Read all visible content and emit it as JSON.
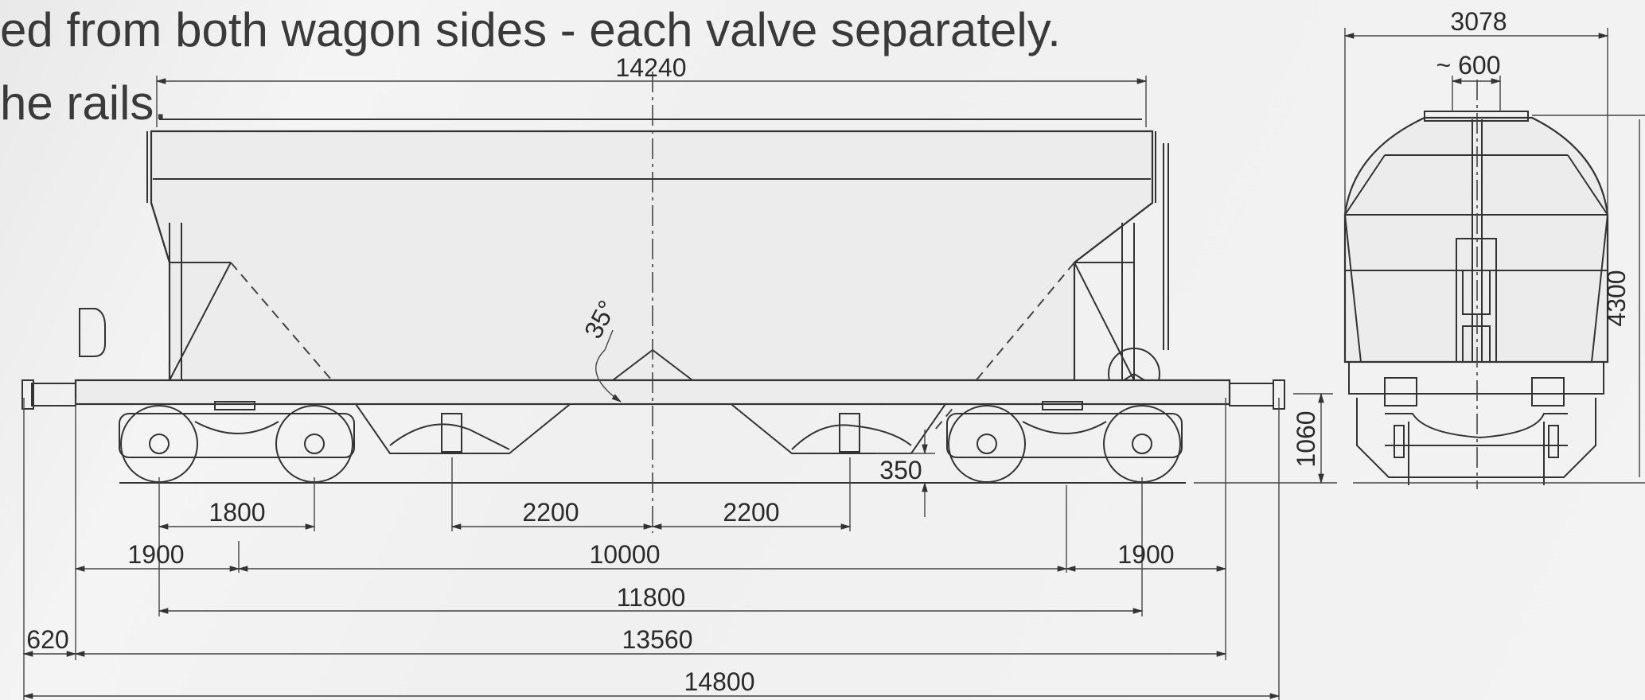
{
  "slide_text": {
    "line1": "ed from both wagon sides - each valve separately.",
    "line2": "he rails."
  },
  "side_view": {
    "dimensions": {
      "length_top": "14240",
      "angle": "35°",
      "bogie_wheelbase": "1800",
      "valve_left": "2200",
      "valve_right": "2200",
      "overhang_left": "1900",
      "bogie_centers": "10000",
      "overhang_right": "1900",
      "wheelbase_outer": "11800",
      "coupler_offset": "620",
      "frame_length": "13560",
      "total_length": "14800",
      "valve_height": "350",
      "coupler_height": "1060"
    }
  },
  "end_view": {
    "dimensions": {
      "width": "3078",
      "hatch_width": "~ 600",
      "height": "4300"
    }
  }
}
